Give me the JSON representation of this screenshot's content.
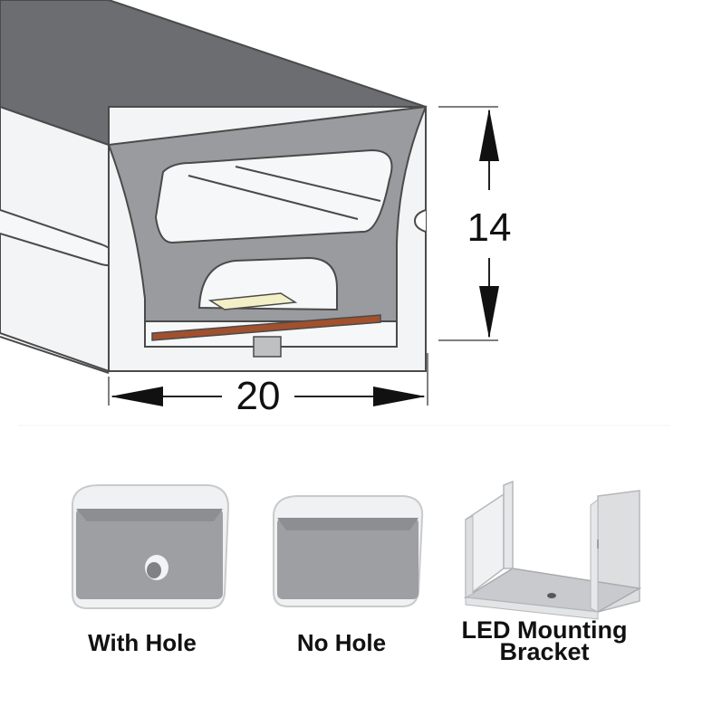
{
  "dimensions": {
    "height_value": "14",
    "width_value": "20"
  },
  "accessories": [
    {
      "label": "With Hole"
    },
    {
      "label": "No Hole"
    },
    {
      "label_line1": "LED Mounting",
      "label_line2": "Bracket"
    }
  ],
  "colors": {
    "profile_top": "#6b6d70",
    "profile_face": "#9a9b9e",
    "profile_body": "#f3f4f5",
    "outline": "#4a4a4a",
    "pcb": "#a2502e",
    "led_chip": "#f3f0c8",
    "cap_outer": "#f0f1f2",
    "cap_inner": "#9d9fa2"
  }
}
